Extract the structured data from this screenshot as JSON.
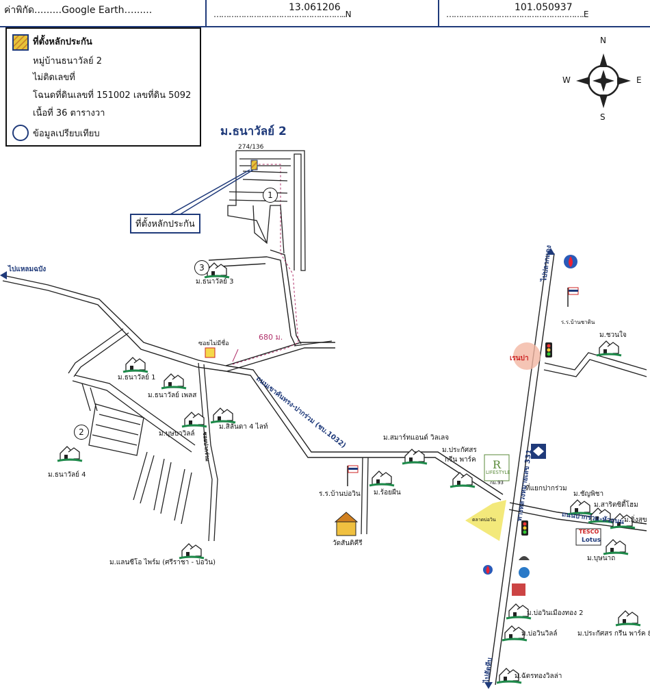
{
  "header": {
    "coord_label": "ค่าพิกัด.........Google Earth…......",
    "lat": "13.061206",
    "lat_dots": "……………………………………………..N",
    "lon": "101.050937",
    "lon_dots": "……………………………………………….E"
  },
  "legend": {
    "property_site": "ที่ตั้งหลักประกัน",
    "village": "หมู่บ้านธนาวัลย์ 2",
    "no_number": "ไม่ติดเลขที่",
    "deed": "โฉนดที่ดินเลขที่ 151002 เลขที่ดิน 5092",
    "area": "เนื้อที่ 36 ตารางวา",
    "comparable": "ข้อมูลเปรียบเทียบ"
  },
  "compass": {
    "n": "N",
    "s": "S",
    "e": "E",
    "w": "W"
  },
  "map": {
    "title": "ม.ธนาวัลย์ 2",
    "plot_no": "274/136",
    "callout": "ที่ตั้งหลักประกัน",
    "distance": "680 ม.",
    "soi": "ซอยไม่มีชื่อ",
    "comparables": [
      "1",
      "2",
      "3"
    ],
    "places": {
      "thanawan3": "ม.ธนาวัลย์ 3",
      "thanawan1": "ม.ธนาวัลย์ 1",
      "thanawan_place": "ม.ธนาวัลย์ เพลส",
      "bussaba": "ม.บุษบาวิลล์",
      "silanda": "ม.สิลันดา 4 ไลท์",
      "thanawan4": "ม.ธนาวัลย์ 4",
      "landio": "ม.แลนซีโอ ไพร์ม (ศรีราชา - บ่อวิน)",
      "smart": "ม.สมาร์ทแอนด์ วิลเลจ",
      "prakas1": "ม.ประกัศสร",
      "prakas2": "กรีน พาร์ค",
      "school_bowin": "ร.ร.บ้านบ่อวิน",
      "roiphan": "ม.ร้อยผืน",
      "temple": "วัดสันติคีรี",
      "school_pracha": "ร.ร.บ้านชาติน",
      "chuanchai": "ม.ชวนใจ",
      "junction": "ที่แยกปากร่วม",
      "chanpisa": "ม.ชัญพิชา",
      "sarit": "ม.สาริตซิตี้โฮม",
      "ingsuk": "ม.อิ่งสุข",
      "bunnak": "ม.บุษนาถ",
      "bowin_mueang": "ม.บ่อวินเมืองทอง 2",
      "bowin_ville": "ม.บ่อวินวิลล์",
      "prakas8": "ม.ประกัศสร กรีน พาร์ค 8",
      "chattong": "ม.ฉัตรทองวิลล่า",
      "market": "ตลาดบ่อวิน",
      "lifestyle": "LIFESTYLE",
      "tesco": "TESCO",
      "lotus": "Lotus",
      "km": "กม.93"
    },
    "roads": {
      "to_laem": "ไปแหลมฉบัง",
      "to_pluak": "ไปปลวกแดง",
      "to_sattahip": "ไปสัตหีบ",
      "road_1032": "ถนนเขาคันทรง-ปากร่วม (ชบ.1032)",
      "road_331": "ทางหลวงหมายเลข 331",
      "road_pakruam": "ถนนปากร่วม-หัวถนน",
      "kolbaan": "เรนบ่า",
      "soi_pakruam": "ซอยปากร่วม"
    }
  }
}
